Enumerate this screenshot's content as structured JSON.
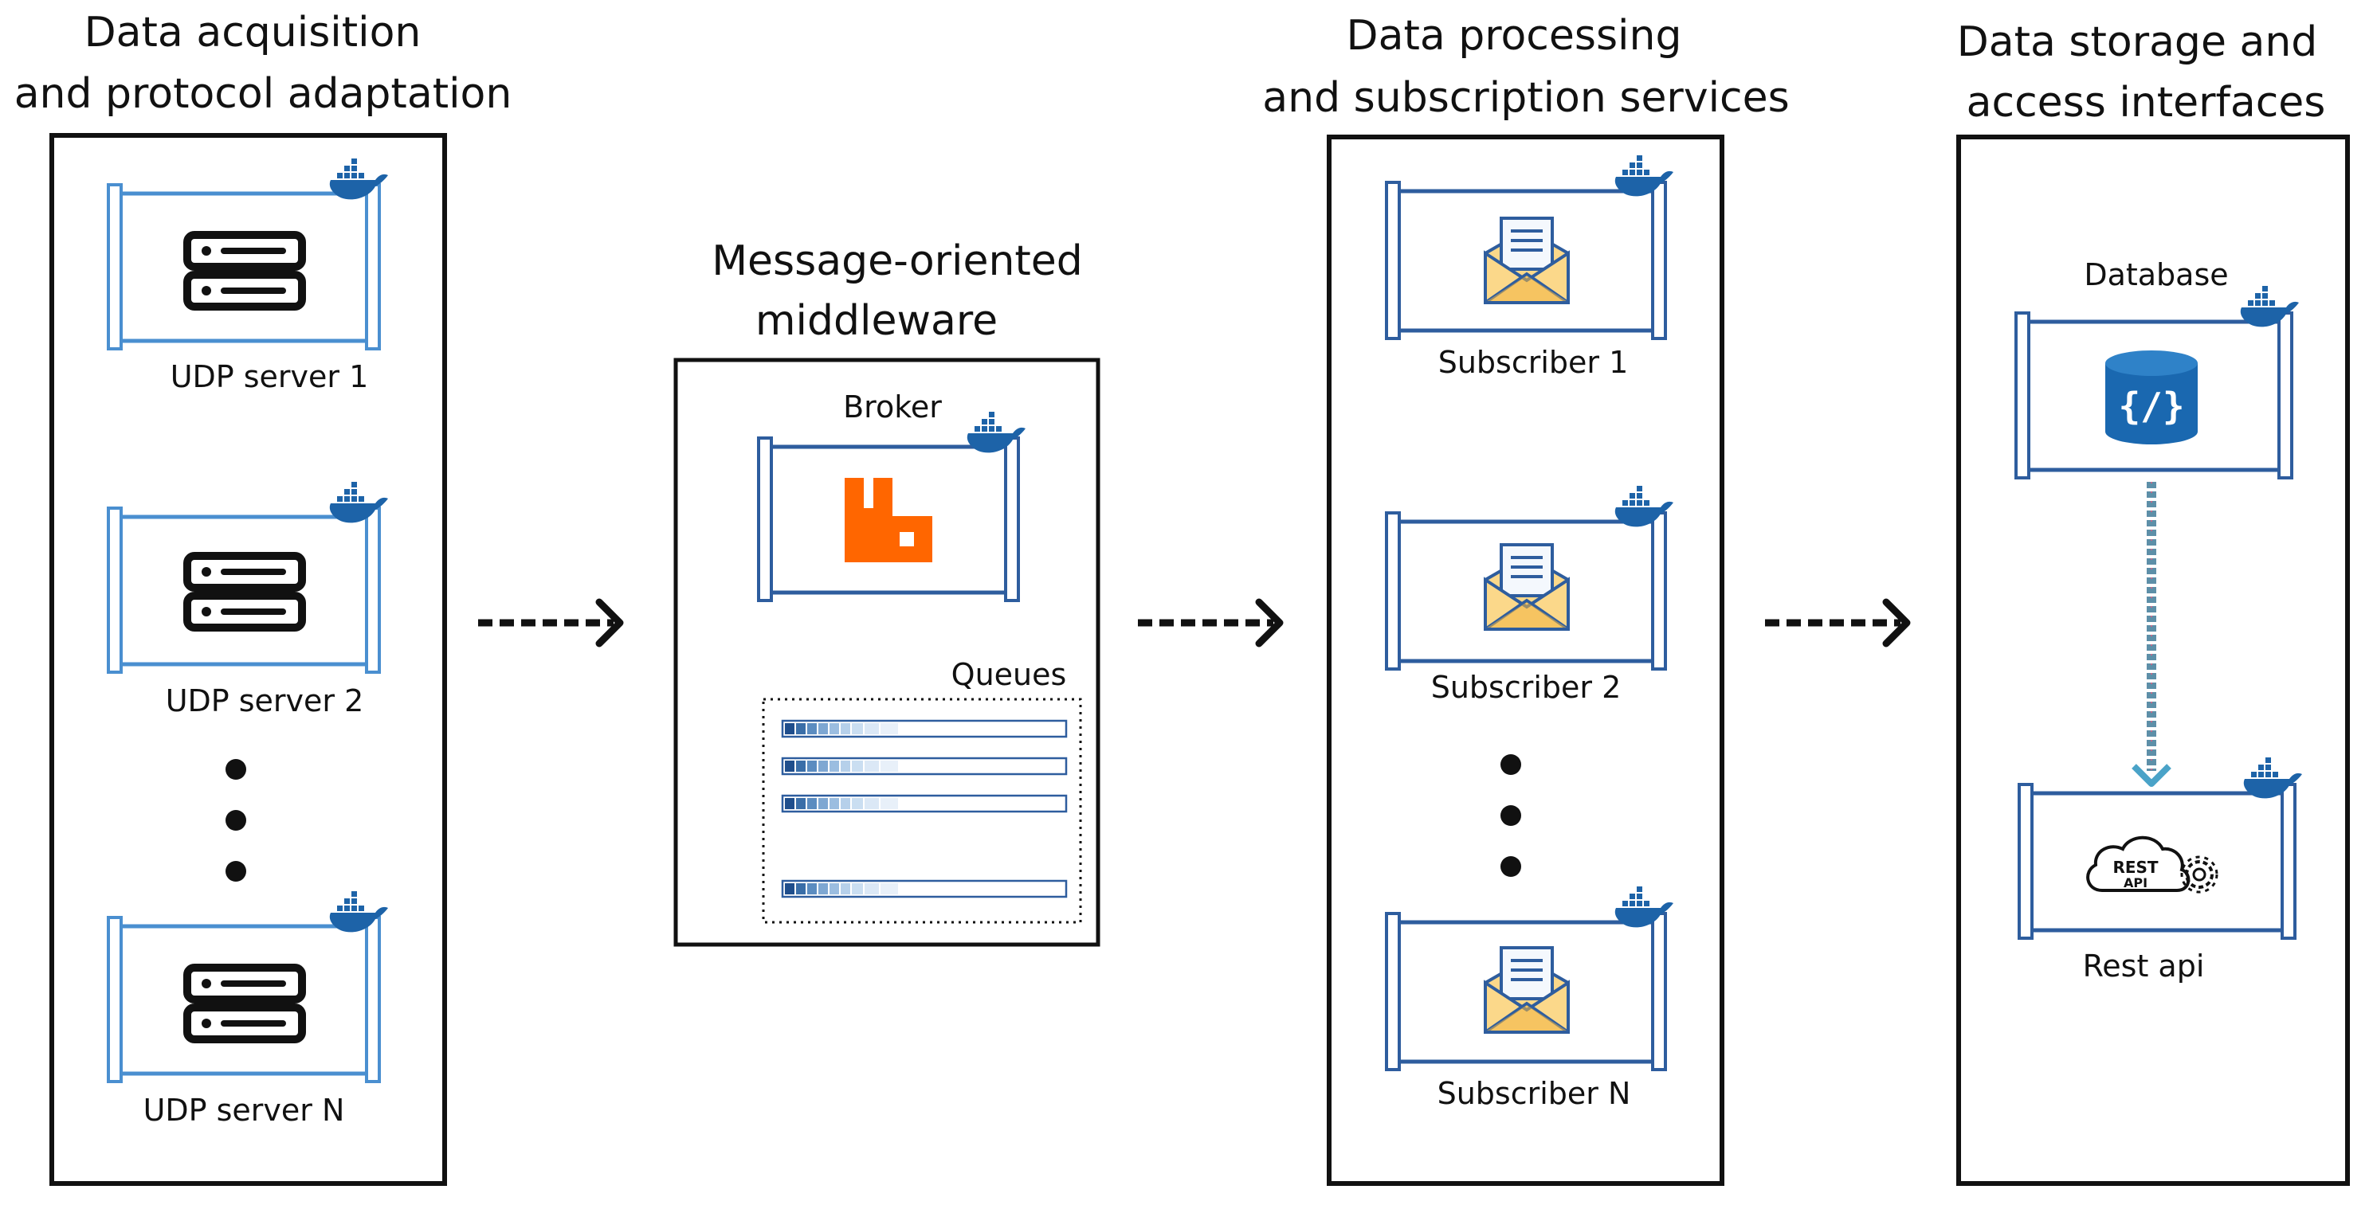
{
  "columns": {
    "acquisition": {
      "title_line1": "Data acquisition",
      "title_line2": "and protocol adaptation",
      "items": [
        "UDP server 1",
        "UDP server 2",
        "UDP server N"
      ]
    },
    "middleware": {
      "title_line1": "Message-oriented",
      "title_line2": "middleware",
      "broker_label": "Broker",
      "queues_label": "Queues"
    },
    "processing": {
      "title_line1": "Data processing",
      "title_line2": "and subscription services",
      "items": [
        "Subscriber 1",
        "Subscriber 2",
        "Subscriber N"
      ]
    },
    "storage": {
      "title_line1": "Data storage and",
      "title_line2": "access interfaces",
      "database_label": "Database",
      "database_icon_text": "{/}",
      "rest_label": "Rest api",
      "rest_icon_line1": "REST",
      "rest_icon_line2": "API"
    }
  },
  "icons": {
    "server": "server-rack-icon",
    "docker": "docker-whale-icon",
    "broker": "rabbitmq-icon",
    "subscriber": "envelope-icon",
    "database": "database-cylinder-icon",
    "rest": "rest-api-cloud-gear-icon",
    "ellipsis": "vertical-ellipsis-icon"
  },
  "colors": {
    "container_light": "#4a8fd0",
    "container_dark": "#2e5d9e",
    "docker_blue": "#1d63a8",
    "broker_orange": "#ff6600",
    "envelope_fill": "#fbd88a",
    "database_blue": "#1a68b0",
    "connector_teal": "#5d8fa8"
  }
}
